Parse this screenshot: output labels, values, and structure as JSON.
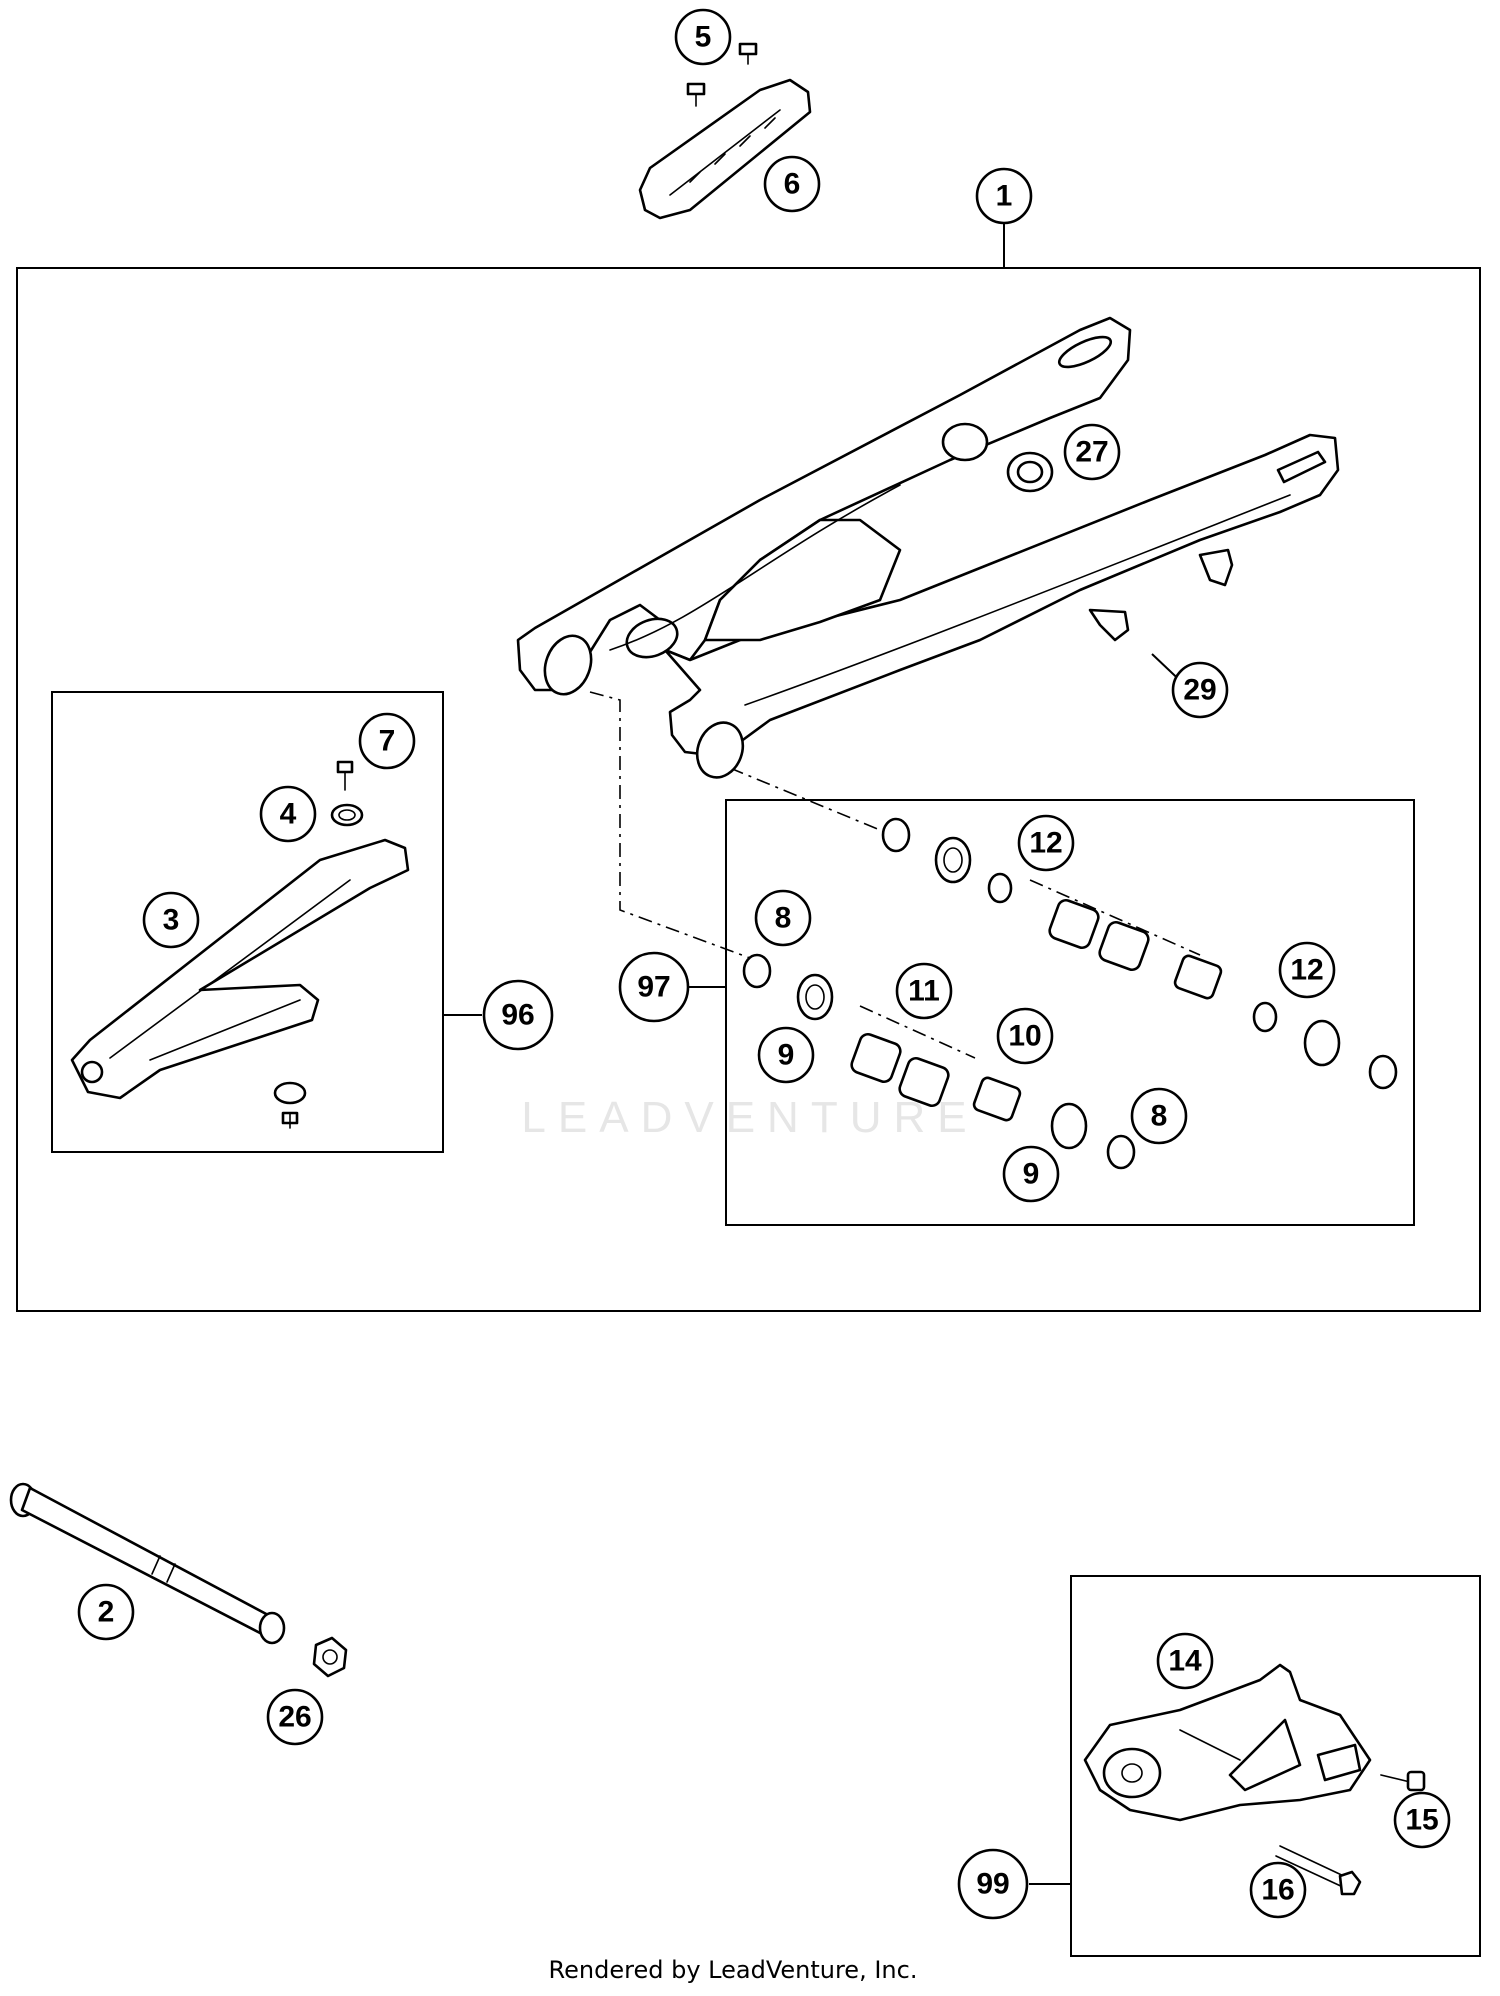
{
  "diagram": {
    "watermark": "LEADVENTURE",
    "footer": "Rendered by LeadVenture, Inc.",
    "callouts": [
      {
        "id": "c5",
        "label": "5"
      },
      {
        "id": "c6",
        "label": "6"
      },
      {
        "id": "c1",
        "label": "1"
      },
      {
        "id": "c27",
        "label": "27"
      },
      {
        "id": "c29",
        "label": "29"
      },
      {
        "id": "c7",
        "label": "7"
      },
      {
        "id": "c4",
        "label": "4"
      },
      {
        "id": "c3",
        "label": "3"
      },
      {
        "id": "c96",
        "label": "96"
      },
      {
        "id": "c12a",
        "label": "12"
      },
      {
        "id": "c8a",
        "label": "8"
      },
      {
        "id": "c12b",
        "label": "12"
      },
      {
        "id": "c11",
        "label": "11"
      },
      {
        "id": "c97",
        "label": "97"
      },
      {
        "id": "c10",
        "label": "10"
      },
      {
        "id": "c9a",
        "label": "9"
      },
      {
        "id": "c8b",
        "label": "8"
      },
      {
        "id": "c9b",
        "label": "9"
      },
      {
        "id": "c2",
        "label": "2"
      },
      {
        "id": "c26",
        "label": "26"
      },
      {
        "id": "c14",
        "label": "14"
      },
      {
        "id": "c99",
        "label": "99"
      },
      {
        "id": "c15",
        "label": "15"
      },
      {
        "id": "c16",
        "label": "16"
      }
    ]
  }
}
